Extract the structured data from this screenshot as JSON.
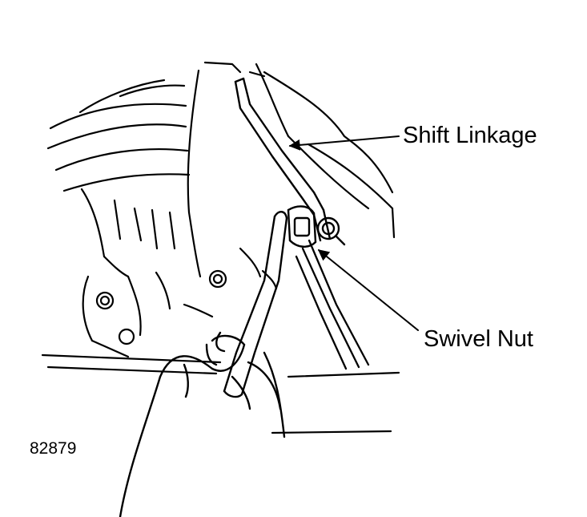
{
  "figure": {
    "number": "82879",
    "labels": {
      "shift_linkage": "Shift Linkage",
      "swivel_nut": "Swivel Nut"
    }
  },
  "colors": {
    "ink": "#000000",
    "paper": "#ffffff"
  },
  "icons": [
    "arrow-pointer-icon"
  ]
}
